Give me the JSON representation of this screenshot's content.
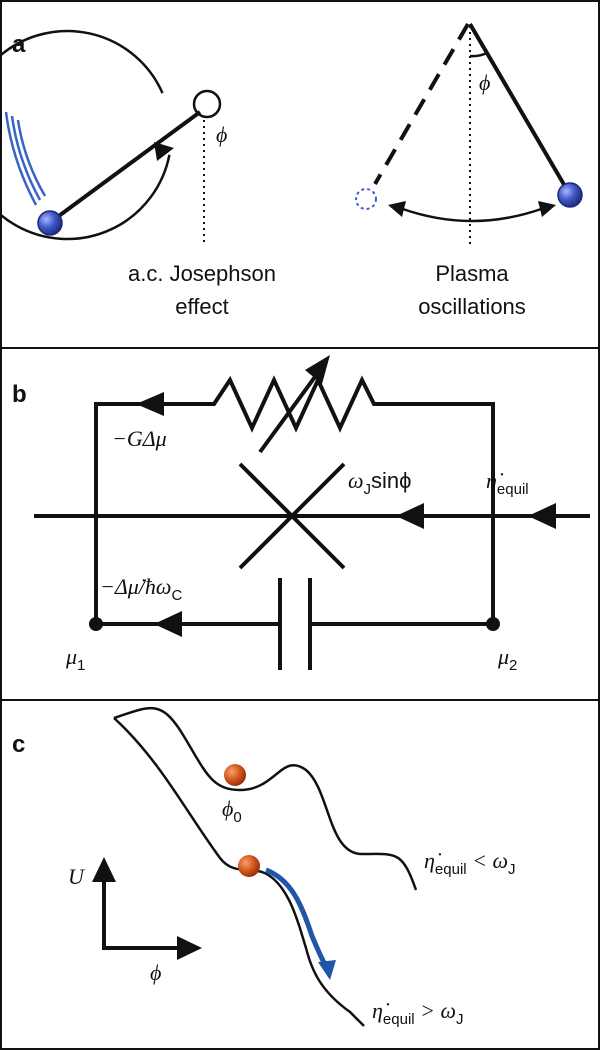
{
  "panels": {
    "a": {
      "letter": "a",
      "phi": "ϕ",
      "left_caption_line1": "a.c. Josephson",
      "left_caption_line2": "effect",
      "right_caption_line1": "Plasma",
      "right_caption_line2": "oscillations"
    },
    "b": {
      "letter": "b",
      "resistor_current": "−GΔμ",
      "junction_current_omega": "ω",
      "junction_current_sub": "J",
      "junction_current_rest": "sinϕ",
      "source_eta": "η̇",
      "source_sub": "equil",
      "cap_current_prefix": "−Δμ̇/ħω",
      "cap_current_sub": "C",
      "node_left": "μ",
      "node_left_sub": "1",
      "node_right": "μ",
      "node_right_sub": "2"
    },
    "c": {
      "letter": "c",
      "phi0": "ϕ",
      "phi0_sub": "0",
      "axis_y": "U",
      "axis_x": "ϕ",
      "upper_eta": "η̇",
      "upper_sub": "equil",
      "upper_rel": " < ω",
      "upper_rel_sub": "J",
      "lower_eta": "η̇",
      "lower_sub": "equil",
      "lower_rel": " > ω",
      "lower_rel_sub": "J"
    }
  },
  "colors": {
    "pendulum_bob": "#3a4fb0",
    "motion_lines": "#3a63c8",
    "particle": "#d2561c",
    "slide_arrow": "#1f56a8",
    "ink": "#111111"
  }
}
